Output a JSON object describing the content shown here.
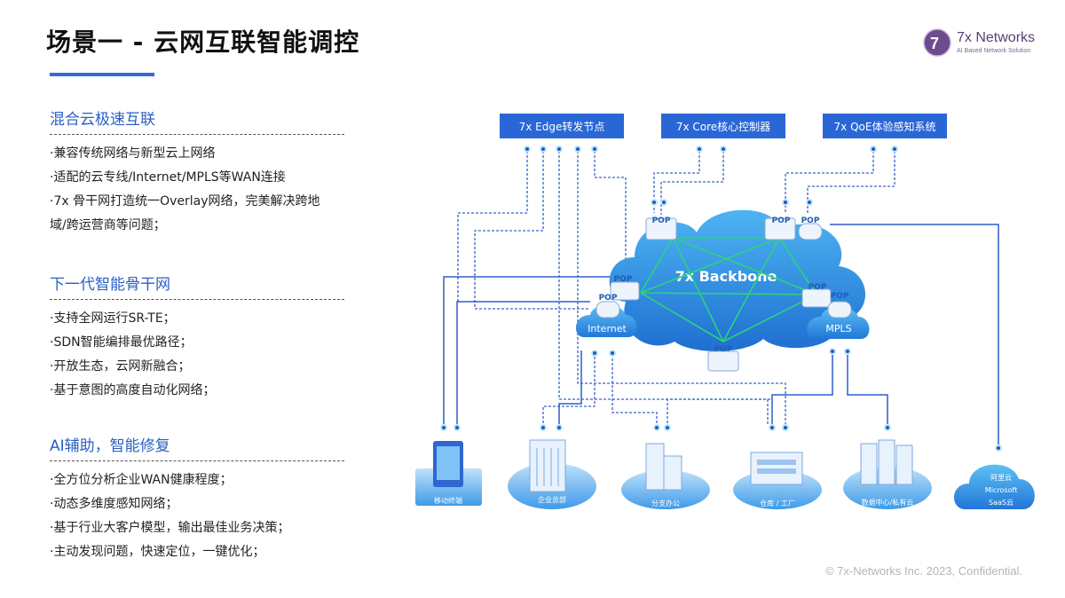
{
  "page": {
    "title": "场景一 - 云网互联智能调控",
    "footer": "© 7x-Networks Inc. 2023, Confidential."
  },
  "logo": {
    "name": "7x Networks",
    "tagline": "AI Based Network Solution"
  },
  "sections": [
    {
      "heading": "混合云极速互联",
      "items": [
        "·兼容传统网络与新型云上网络",
        "·适配的云专线/Internet/MPLS等WAN连接",
        "·7x 骨干网打造统一Overlay网络，完美解决跨地",
        "域/跨运营商等问题；"
      ]
    },
    {
      "heading": "下一代智能骨干网",
      "items": [
        "·支持全网运行SR-TE；",
        "·SDN智能编排最优路径；",
        "·开放生态，云网新融合；",
        "·基于意图的高度自动化网络；"
      ]
    },
    {
      "heading": "AI辅助，智能修复",
      "items": [
        "·全方位分析企业WAN健康程度；",
        "·动态多维度感知网络；",
        "·基于行业大客户模型，输出最佳业务决策；",
        "·主动发现问题，快速定位，一键优化；"
      ]
    }
  ],
  "diagram": {
    "top_boxes": [
      "7x  Edge转发节点",
      "7x  Core核心控制器",
      "7x  QoE体验感知系统"
    ],
    "backbone_label": "7x Backbone",
    "pop_label": "POP",
    "clouds": [
      "Internet",
      "MPLS"
    ],
    "endpoints": [
      "移动终端",
      "企业总部",
      "分支办公",
      "仓库 / 工厂",
      "数据中心/私有云"
    ],
    "saas": [
      "阿里云",
      "Microsoft",
      "SaaS云"
    ]
  },
  "colors": {
    "accent": "#2f6bd8",
    "box_blue": "#2a67d6",
    "cloud_blue": "#2f8fe0",
    "backbone_line": "#2bd47a",
    "link_blue": "#2f5fc8",
    "logo_purple": "#5a3d7a"
  },
  "icons": [
    "pop-router-icon",
    "pop-database-icon",
    "tablet-icon",
    "building-icon",
    "office-icon",
    "warehouse-icon",
    "datacenter-icon",
    "saas-cloud-icon"
  ]
}
